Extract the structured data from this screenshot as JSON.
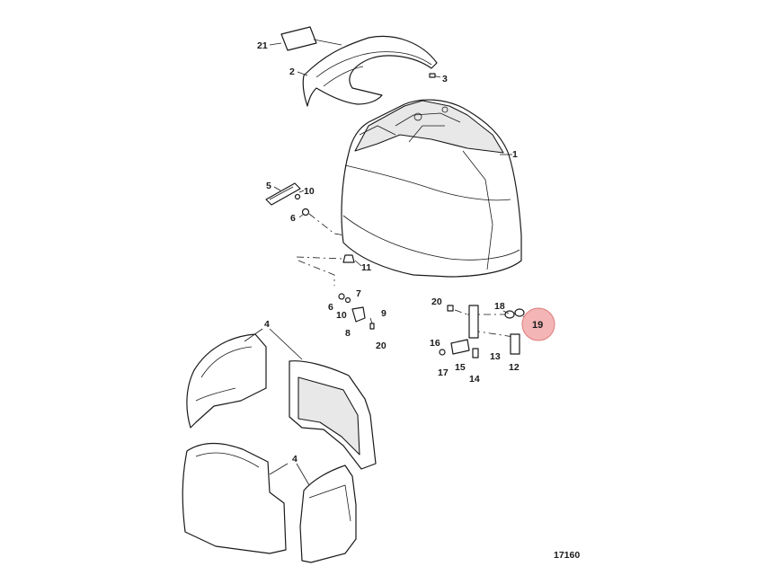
{
  "diagram": {
    "figure_number": "17160",
    "highlighted_callout": "19",
    "highlight_color": "#f3b5b5",
    "callouts": [
      "21",
      "2",
      "3",
      "1",
      "5",
      "10",
      "6",
      "11",
      "7",
      "6",
      "10",
      "8",
      "9",
      "20",
      "20",
      "18",
      "19",
      "13",
      "16",
      "15",
      "17",
      "14",
      "12",
      "4",
      "4"
    ]
  }
}
